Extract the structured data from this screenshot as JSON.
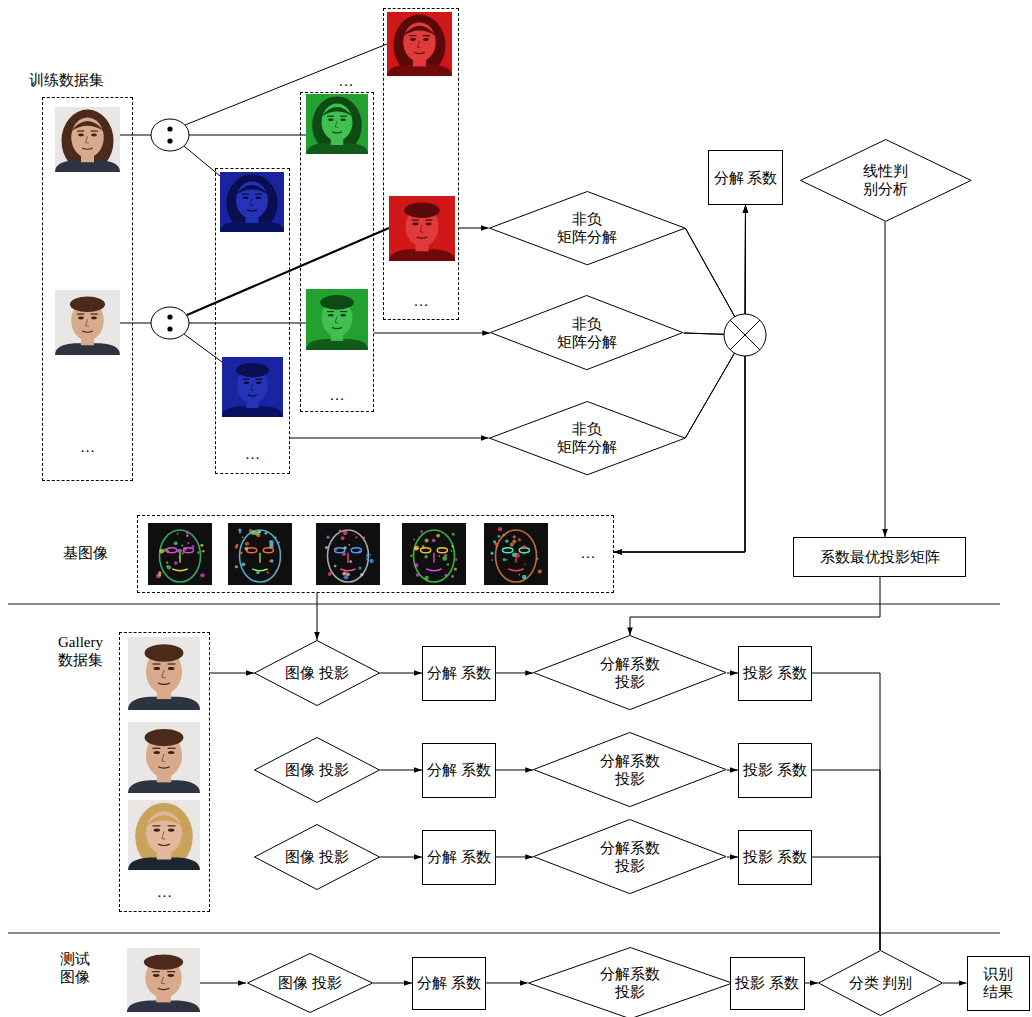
{
  "diagram": {
    "nodes": [
      {
        "text": [
          "训练数据集",
          "…"
        ]
      },
      {
        "text": [
          "…"
        ]
      },
      {
        "text": [
          "…"
        ]
      },
      {
        "text": [
          "…"
        ]
      },
      {
        "text": [
          "非负 矩阵分解"
        ]
      },
      {
        "text": [
          "非负 矩阵分解"
        ]
      },
      {
        "text": [
          "非负 矩阵分解"
        ]
      },
      {
        "text": [
          "分解 系数"
        ]
      },
      {
        "text": [
          "线性判 别分析"
        ]
      },
      {
        "text": [
          "基图像",
          "…"
        ]
      },
      {
        "text": [
          "系数最优投影矩阵"
        ]
      },
      {
        "text": [
          "Gallery 数据集",
          "…"
        ]
      },
      {
        "text": [
          "图像 投影"
        ]
      },
      {
        "text": [
          "分解 系数"
        ]
      },
      {
        "text": [
          "分解系数 投影"
        ]
      },
      {
        "text": [
          "投影 系数"
        ]
      },
      {
        "text": [
          "图像 投影"
        ]
      },
      {
        "text": [
          "分解 系数"
        ]
      },
      {
        "text": [
          "分解系数 投影"
        ]
      },
      {
        "text": [
          "投影 系数"
        ]
      },
      {
        "text": [
          "图像 投影"
        ]
      },
      {
        "text": [
          "分解 系数"
        ]
      },
      {
        "text": [
          "分解系数 投影"
        ]
      },
      {
        "text": [
          "投影 系数"
        ]
      },
      {
        "text": [
          "图像 投影"
        ]
      },
      {
        "text": [
          "分解 系数"
        ]
      },
      {
        "text": [
          "分解系数 投影"
        ]
      },
      {
        "text": [
          "投影 系数"
        ]
      },
      {
        "text": [
          "分类 判别"
        ]
      },
      {
        "text": [
          "识别 结果"
        ]
      }
    ],
    "edges": [
      {
        "from": 3,
        "to": 4,
        "arrow": "to"
      },
      {
        "from": 2,
        "to": 5,
        "arrow": "to"
      },
      {
        "from": 1,
        "to": 6,
        "arrow": "to"
      },
      {
        "from": 4,
        "to": 7,
        "arrow": "to"
      },
      {
        "from": 5,
        "to": 7,
        "arrow": "to"
      },
      {
        "from": 6,
        "to": 7,
        "arrow": "to"
      },
      {
        "from": 4,
        "to": 9,
        "arrow": "to"
      },
      {
        "from": 5,
        "to": 9,
        "arrow": "to"
      },
      {
        "from": 6,
        "to": 9,
        "arrow": "to"
      },
      {
        "from": 8,
        "to": 10,
        "arrow": "to"
      },
      {
        "from": 10,
        "to": 14,
        "arrow": "to"
      },
      {
        "from": 9,
        "to": 12,
        "arrow": "to"
      },
      {
        "from": 11,
        "to": 12,
        "arrow": "to"
      },
      {
        "from": 12,
        "to": 13,
        "arrow": "to"
      },
      {
        "from": 13,
        "to": 14,
        "arrow": "to"
      },
      {
        "from": 14,
        "to": 15,
        "arrow": "to"
      },
      {
        "from": 16,
        "to": 17,
        "arrow": "to"
      },
      {
        "from": 17,
        "to": 18,
        "arrow": "to"
      },
      {
        "from": 18,
        "to": 19,
        "arrow": "to"
      },
      {
        "from": 20,
        "to": 21,
        "arrow": "to"
      },
      {
        "from": 21,
        "to": 22,
        "arrow": "to"
      },
      {
        "from": 22,
        "to": 23,
        "arrow": "to"
      },
      {
        "from": 24,
        "to": 25,
        "arrow": "to"
      },
      {
        "from": 25,
        "to": 26,
        "arrow": "to"
      },
      {
        "from": 26,
        "to": 27,
        "arrow": "to"
      },
      {
        "from": 27,
        "to": 28,
        "arrow": "to"
      },
      {
        "from": 28,
        "to": 29,
        "arrow": "to"
      },
      {
        "from": 15,
        "to": 28,
        "arrow": "none"
      },
      {
        "from": 19,
        "to": 28,
        "arrow": "none"
      },
      {
        "from": 23,
        "to": 28,
        "arrow": "none"
      }
    ],
    "labels": [
      "…",
      "测试 图像"
    ]
  }
}
